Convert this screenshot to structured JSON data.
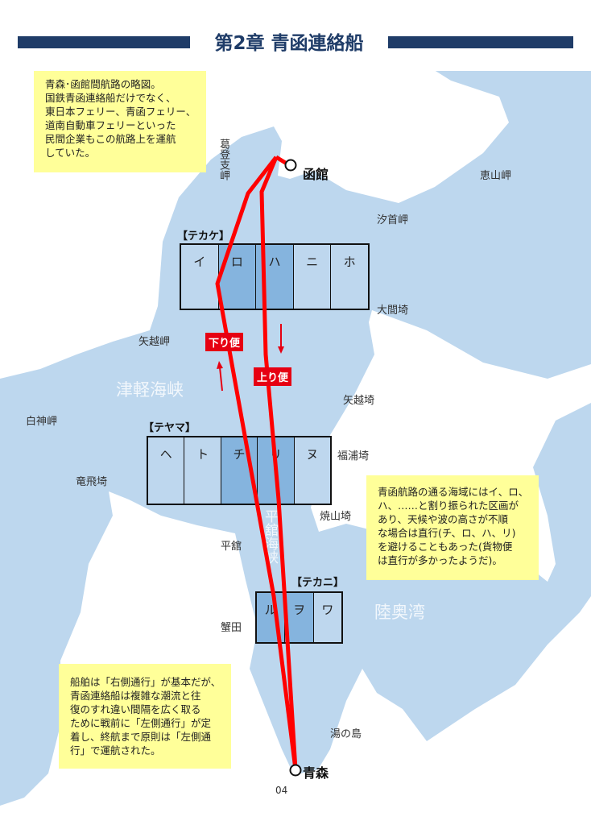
{
  "header": {
    "title": "第2章 青函連絡船"
  },
  "colors": {
    "sea": "#bdd7ee",
    "land": "#ffffff",
    "route": "#ff0000",
    "zone_shaded": "#85b4de",
    "note_bg": "#ffff99",
    "title": "#1f3c68"
  },
  "notes": {
    "top": "青森･函館間航路の略図。\n国鉄青函連絡船だけでなく、\n東日本フェリー、青函フェリー、\n道南自動車フェリーといった\n民間企業もこの航路上を運航\nしていた。",
    "right": "青函航路の通る海域にはイ、ロ、\nハ、……と割り振られた区画が\nあり、天候や波の高さが不順\nな場合は直行(チ、ロ、ハ、リ)\nを避けることもあった(貨物便\nは直行が多かったようだ)。",
    "bottom": "船舶は「右側通行」が基本だが、\n青函連絡船は複雑な潮流と往\n復のすれ違い間隔を広く取る\nために戦前に「左側通行」が定\n着し、終航まで原則は「左側通\n行」で運航された。"
  },
  "ports": {
    "hakodate": "函館",
    "aomori": "青森"
  },
  "places": {
    "kattoshi": "葛登支岬",
    "esan": "恵山岬",
    "shiokubi": "汐首岬",
    "oma": "大間埼",
    "yakoshi_misaki": "矢越岬",
    "yakoshi_saki": "矢越埼",
    "shirakami": "白神岬",
    "fukaura": "福浦埼",
    "tappi": "竜飛埼",
    "yakeyama": "焼山埼",
    "tairadate": "平舘",
    "kanita": "蟹田",
    "yunoshima": "湯の島"
  },
  "seas": {
    "tsugaru": "津軽海峡",
    "tairadate_strait": "平舘海峡",
    "mutsu_bay": "陸奥湾"
  },
  "zones": [
    {
      "name": "【テカケ】",
      "cells": [
        {
          "label": "イ",
          "direct": false
        },
        {
          "label": "ロ",
          "direct": true
        },
        {
          "label": "ハ",
          "direct": true
        },
        {
          "label": "ニ",
          "direct": false
        },
        {
          "label": "ホ",
          "direct": false
        }
      ]
    },
    {
      "name": "【テヤマ】",
      "cells": [
        {
          "label": "ヘ",
          "direct": false
        },
        {
          "label": "ト",
          "direct": false
        },
        {
          "label": "チ",
          "direct": true
        },
        {
          "label": "リ",
          "direct": true
        },
        {
          "label": "ヌ",
          "direct": false
        }
      ]
    },
    {
      "name": "【テカニ】",
      "cells": [
        {
          "label": "ル",
          "direct": true
        },
        {
          "label": "ヲ",
          "direct": true
        },
        {
          "label": "ワ",
          "direct": false
        }
      ]
    }
  ],
  "routes": {
    "down": "下り便",
    "up": "上り便"
  },
  "page_number": "04"
}
